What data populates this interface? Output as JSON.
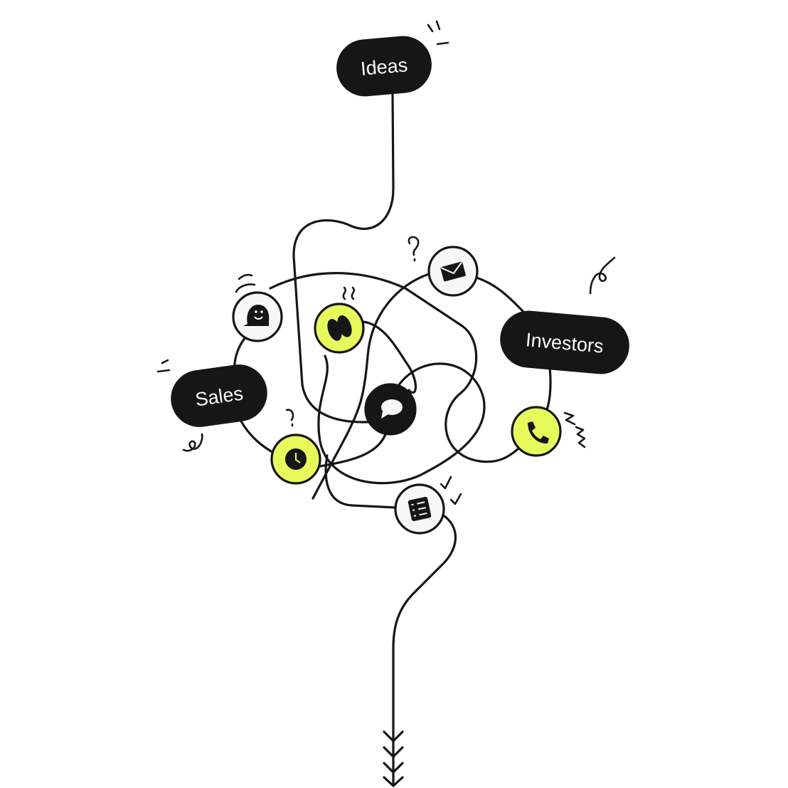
{
  "nodes": {
    "ideas": {
      "label": "Ideas"
    },
    "sales": {
      "label": "Sales"
    },
    "investors": {
      "label": "Investors"
    }
  },
  "icons": [
    "smile-icon",
    "brain-icon",
    "mail-icon",
    "chat-icon",
    "clock-icon",
    "phone-icon",
    "checklist-icon",
    "arrow-down-icon"
  ],
  "colors": {
    "ink": "#161616",
    "accent": "#e8f95c",
    "light": "#f7f7f7"
  }
}
